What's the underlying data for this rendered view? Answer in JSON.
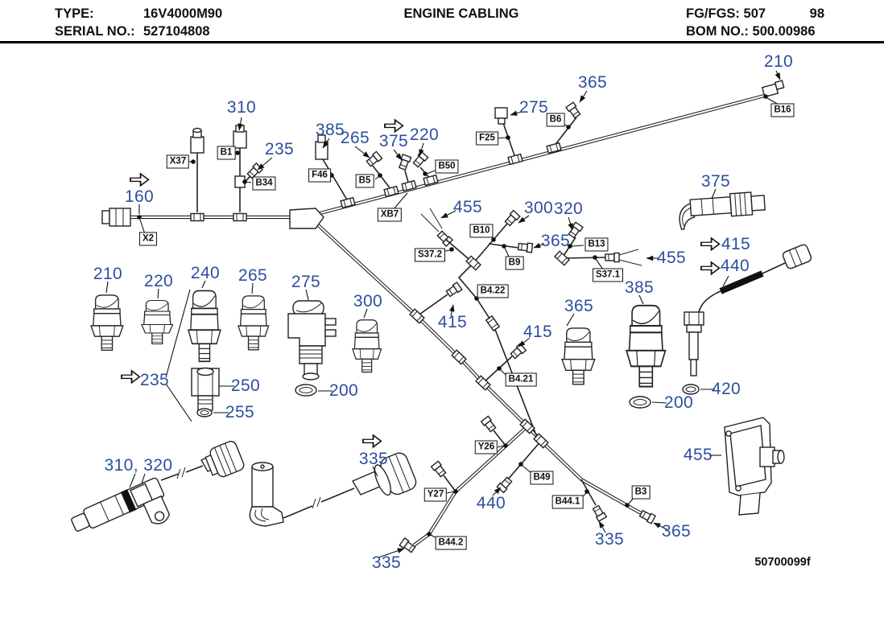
{
  "header": {
    "type_label": "TYPE:",
    "type_value": "16V4000M90",
    "serial_label": "SERIAL NO.:",
    "serial_value": "527104808",
    "title": "ENGINE CABLING",
    "fg_label": "FG/FGS:",
    "fg_value": "507",
    "fg_value2": "98",
    "bom_label": "BOM NO.:",
    "bom_value": "500.00986"
  },
  "footer": {
    "drawing_code": "50700099f"
  },
  "colors": {
    "callout_blue": "#2b4f9e",
    "line_black": "#222222",
    "background": "#ffffff"
  },
  "callouts": [
    {
      "text": "310"
    },
    {
      "text": "235"
    },
    {
      "text": "160"
    },
    {
      "text": "385"
    },
    {
      "text": "265"
    },
    {
      "text": "375"
    },
    {
      "text": "220"
    },
    {
      "text": "275"
    },
    {
      "text": "365"
    },
    {
      "text": "210"
    },
    {
      "text": "455"
    },
    {
      "text": "300"
    },
    {
      "text": "320"
    },
    {
      "text": "365"
    },
    {
      "text": "455"
    },
    {
      "text": "375"
    },
    {
      "text": "415"
    },
    {
      "text": "440"
    },
    {
      "text": "210"
    },
    {
      "text": "220"
    },
    {
      "text": "240"
    },
    {
      "text": "265"
    },
    {
      "text": "275"
    },
    {
      "text": "300"
    },
    {
      "text": "235"
    },
    {
      "text": "250"
    },
    {
      "text": "200"
    },
    {
      "text": "255"
    },
    {
      "text": "365"
    },
    {
      "text": "385"
    },
    {
      "text": "415"
    },
    {
      "text": "415"
    },
    {
      "text": "200"
    },
    {
      "text": "420"
    },
    {
      "text": "310, 320"
    },
    {
      "text": "335"
    },
    {
      "text": "455"
    },
    {
      "text": "440"
    },
    {
      "text": "335"
    },
    {
      "text": "335"
    },
    {
      "text": "365"
    }
  ],
  "connector_labels": [
    {
      "text": "X37"
    },
    {
      "text": "B1"
    },
    {
      "text": "B34"
    },
    {
      "text": "X2"
    },
    {
      "text": "F46"
    },
    {
      "text": "B5"
    },
    {
      "text": "B50"
    },
    {
      "text": "XB7"
    },
    {
      "text": "F25"
    },
    {
      "text": "B6"
    },
    {
      "text": "B16"
    },
    {
      "text": "S37.2"
    },
    {
      "text": "B10"
    },
    {
      "text": "B9"
    },
    {
      "text": "B13"
    },
    {
      "text": "S37.1"
    },
    {
      "text": "B4.22"
    },
    {
      "text": "B4.21"
    },
    {
      "text": "Y26"
    },
    {
      "text": "Y27"
    },
    {
      "text": "B49"
    },
    {
      "text": "B44.1"
    },
    {
      "text": "B44.2"
    },
    {
      "text": "B3"
    }
  ]
}
